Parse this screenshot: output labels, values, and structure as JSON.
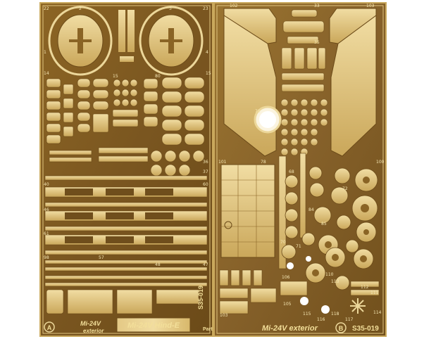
{
  "sheet_a": {
    "letter": "A",
    "model_line1": "Mi-24V",
    "model_line2": "exterior",
    "plate_label": "Mi-24V Hind-E",
    "side_code": "S35-019",
    "brand": "Part"
  },
  "sheet_b": {
    "letter": "B",
    "model_label": "Mi-24V exterior",
    "code": "S35-019"
  },
  "part_numbers": {
    "a": [
      "22",
      "2",
      "3",
      "23",
      "1",
      "4",
      "14",
      "15",
      "40",
      "46",
      "61",
      "98",
      "57",
      "48",
      "47",
      "60",
      "36",
      "37",
      "80",
      "15"
    ],
    "b": [
      "102",
      "103",
      "33",
      "35",
      "79",
      "78",
      "101",
      "100",
      "68",
      "72",
      "84",
      "70",
      "71",
      "85",
      "112",
      "111",
      "113",
      "110",
      "106",
      "105",
      "103",
      "116",
      "117",
      "115",
      "118",
      "114"
    ]
  },
  "colors": {
    "brass": "#b38a3a",
    "brass_light": "#ecd79a",
    "brass_dark": "#6b4a18",
    "background": "#ffffff"
  }
}
